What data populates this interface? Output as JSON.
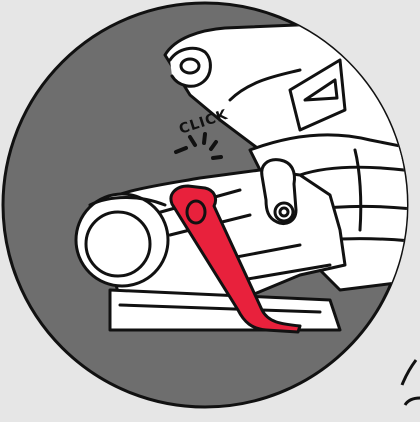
{
  "illustration": {
    "annotation_text": "CLICK",
    "colors": {
      "background": "#e6e6e6",
      "circle_fill": "#6e6e6e",
      "line_art": "#111111",
      "paper": "#ffffff",
      "latch": "#e8213c"
    },
    "icons": [
      "click-sound-marks",
      "red-release-latch",
      "pivot-screw"
    ]
  }
}
